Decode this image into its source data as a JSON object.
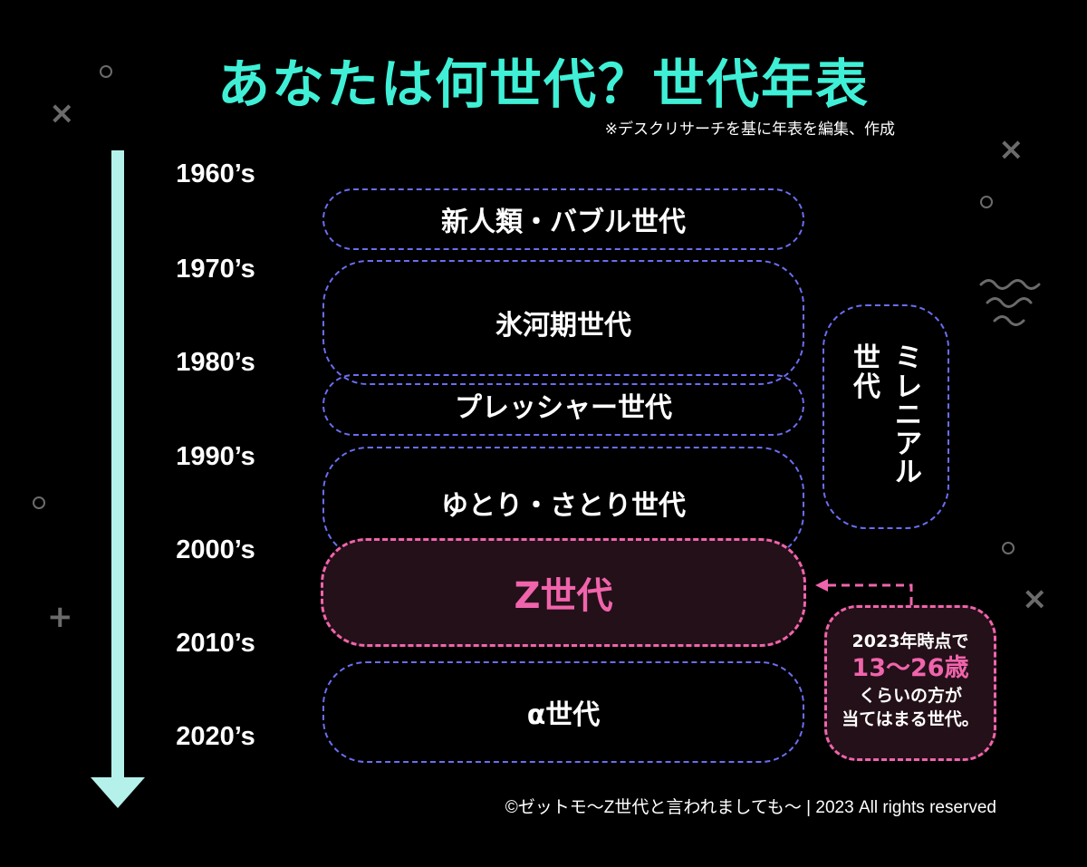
{
  "title": "あなたは何世代？世代年表",
  "note": "※デスクリサーチを基に年表を編集、作成",
  "decades": [
    "1960’s",
    "1970’s",
    "1980’s",
    "1990’s",
    "2000’s",
    "2010’s",
    "2020’s"
  ],
  "generations": {
    "shinjinrui": "新人類・バブル世代",
    "hyoga": "氷河期世代",
    "pressure": "プレッシャー世代",
    "yutori": "ゆとり・さとり世代",
    "z": "Z世代",
    "alpha": "α世代",
    "millennial_col1": "ミレニアル",
    "millennial_col2": "世代"
  },
  "info": {
    "line1": "2023年時点で",
    "line2": "13〜26歳",
    "line3": "くらいの方が",
    "line4": "当てはまる世代。"
  },
  "copyright": "©ゼットモ〜Z世代と言われましても〜 | 2023 All rights reserved",
  "colors": {
    "title": "#3ff0d6",
    "arrow": "#b4f1ea",
    "box_border": "#6a6ef2",
    "highlight": "#f064ac"
  }
}
